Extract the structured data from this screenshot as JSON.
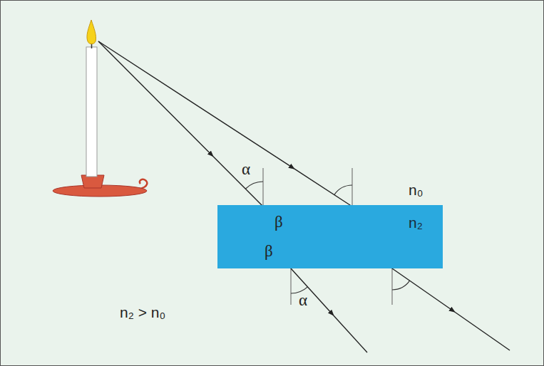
{
  "diagram": {
    "nodes": [
      {
        "text": [
          "n₂"
        ]
      }
    ],
    "labels": [
      "α",
      "β",
      "β",
      "α",
      "n₀",
      "n₂ > n₀"
    ]
  }
}
